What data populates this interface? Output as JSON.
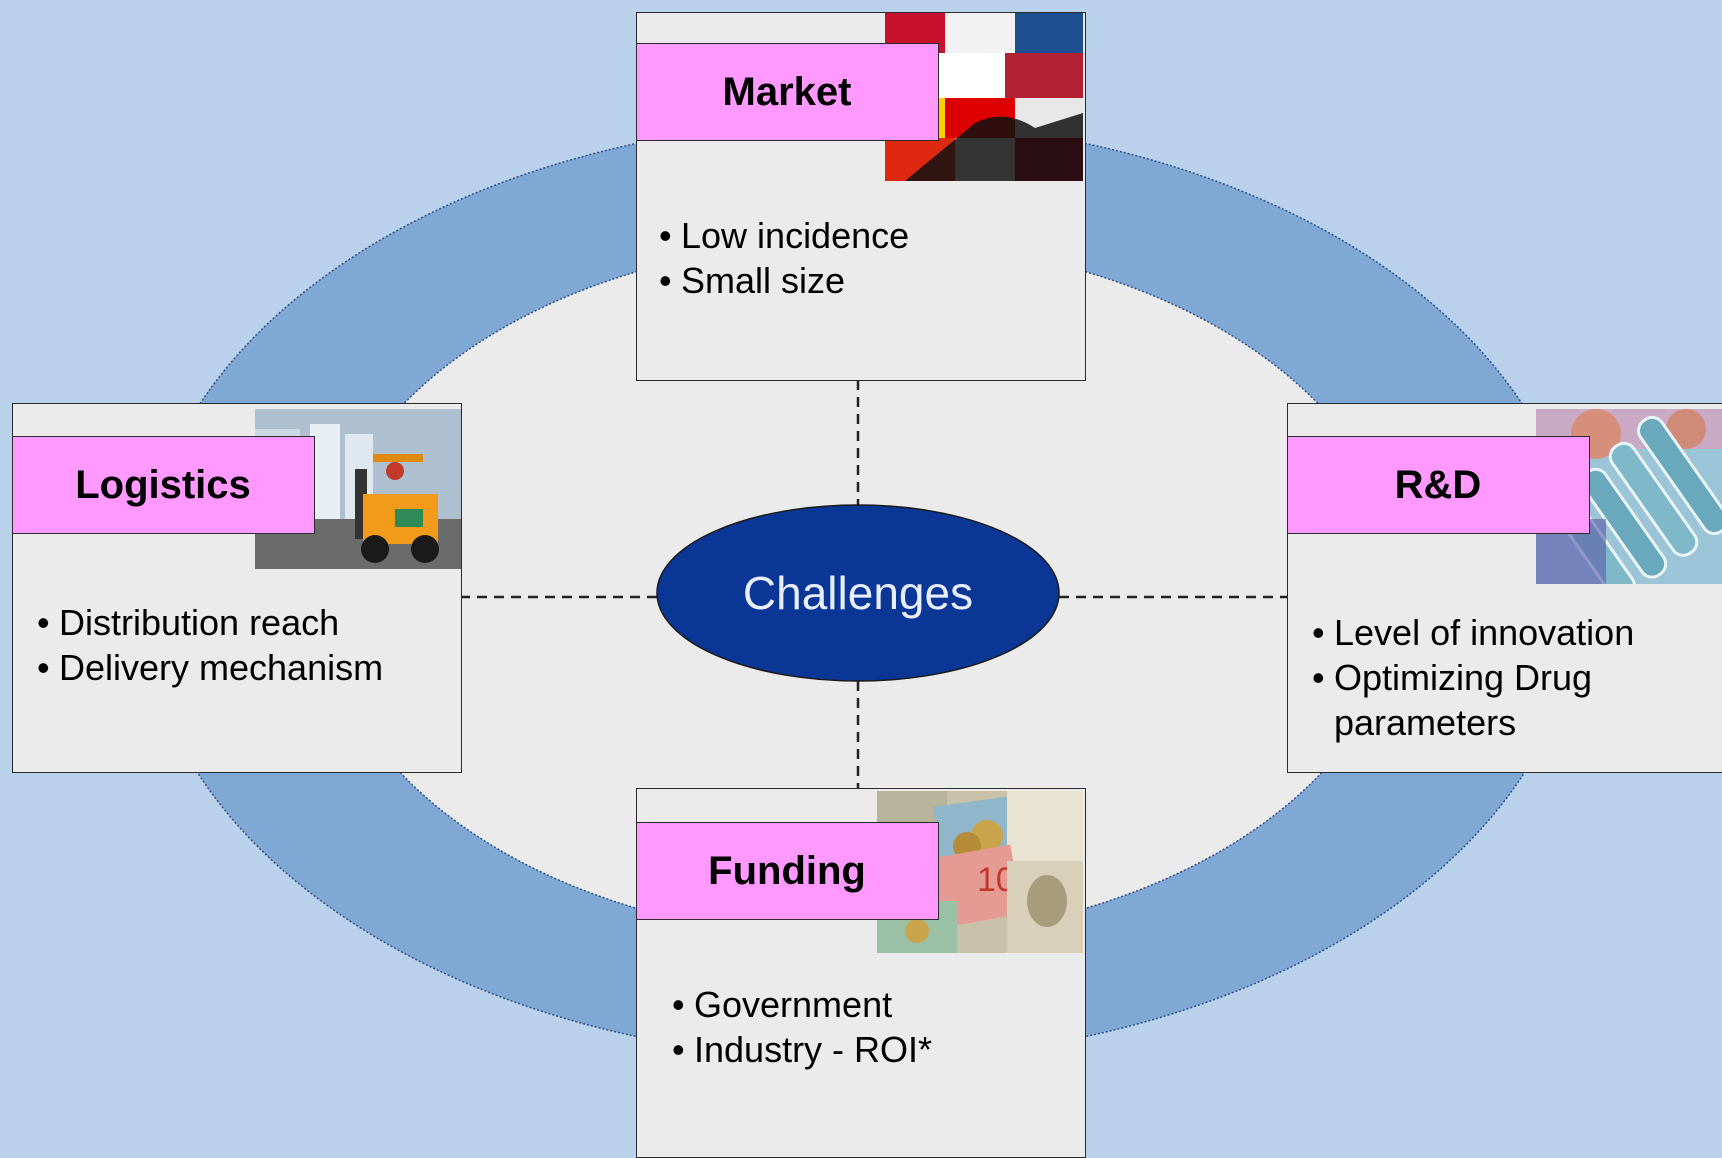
{
  "center": {
    "label": "Challenges"
  },
  "boxes": {
    "market": {
      "title": "Market",
      "bullets": [
        "Low incidence",
        "Small size"
      ],
      "photo": "flags-handshake-photo"
    },
    "logistics": {
      "title": "Logistics",
      "bullets": [
        "Distribution reach",
        "Delivery mechanism"
      ],
      "photo": "forklift-warehouse-photo"
    },
    "rnd": {
      "title": "R&D",
      "bullets": [
        "Level of innovation",
        "Optimizing Drug parameters"
      ],
      "photo": "test-tubes-photo"
    },
    "funding": {
      "title": "Funding",
      "bullets": [
        "Government",
        "Industry - ROI*"
      ],
      "photo": "banknotes-coins-photo"
    }
  },
  "colors": {
    "background": "#b9d1ea",
    "ring": "#7fa9d4",
    "inner": "#ebebeb",
    "center_ellipse": "#0a3796",
    "title_tab": "#ff99ff"
  }
}
